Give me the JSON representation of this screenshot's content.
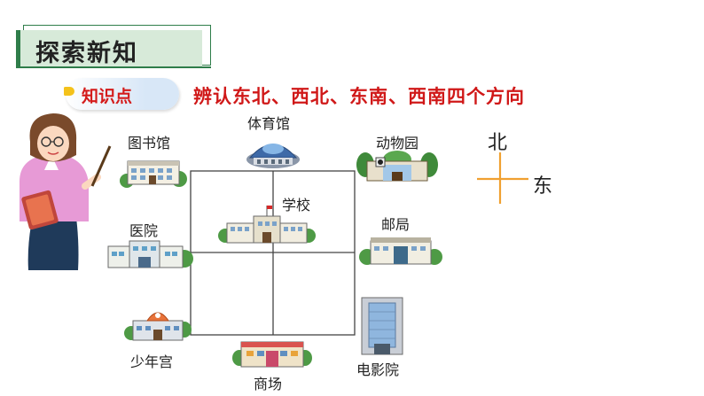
{
  "header": {
    "title": "探索新知"
  },
  "knowledge": {
    "tag": "知识点",
    "headline": "辨认东北、西北、东南、西南四个方向"
  },
  "places": {
    "library": "图书馆",
    "stadium": "体育馆",
    "zoo": "动物园",
    "school": "学校",
    "hospital": "医院",
    "post_office": "邮局",
    "youth_palace": "少年宫",
    "mall": "商场",
    "cinema": "电影院"
  },
  "compass": {
    "north": "北",
    "east": "东"
  },
  "colors": {
    "accent_green": "#2f7d4a",
    "headline_red": "#d01818",
    "compass_orange": "#f0a030"
  }
}
